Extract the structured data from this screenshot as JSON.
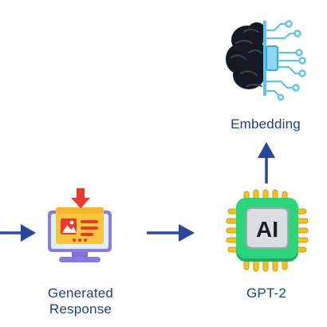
{
  "nodes": {
    "embedding": {
      "label": "Embedding",
      "icon": "brain-chip-icon"
    },
    "gpt2": {
      "label": "GPT-2",
      "chip_text": "AI",
      "icon": "ai-chip-icon"
    },
    "generated_response": {
      "label_line1": "Generated",
      "label_line2": "Response",
      "icon": "monitor-document-icon"
    }
  },
  "colors": {
    "arrow": "#2a479b",
    "label": "#1f3f86",
    "chip_green": "#2bd67b",
    "chip_pins": "#f2c21b",
    "brain_dark": "#141a22",
    "circuit_blue": "#5ec3ee",
    "monitor_purple": "#8b7be0",
    "doc_yellow": "#f8c63a",
    "download_red": "#e8392e"
  }
}
